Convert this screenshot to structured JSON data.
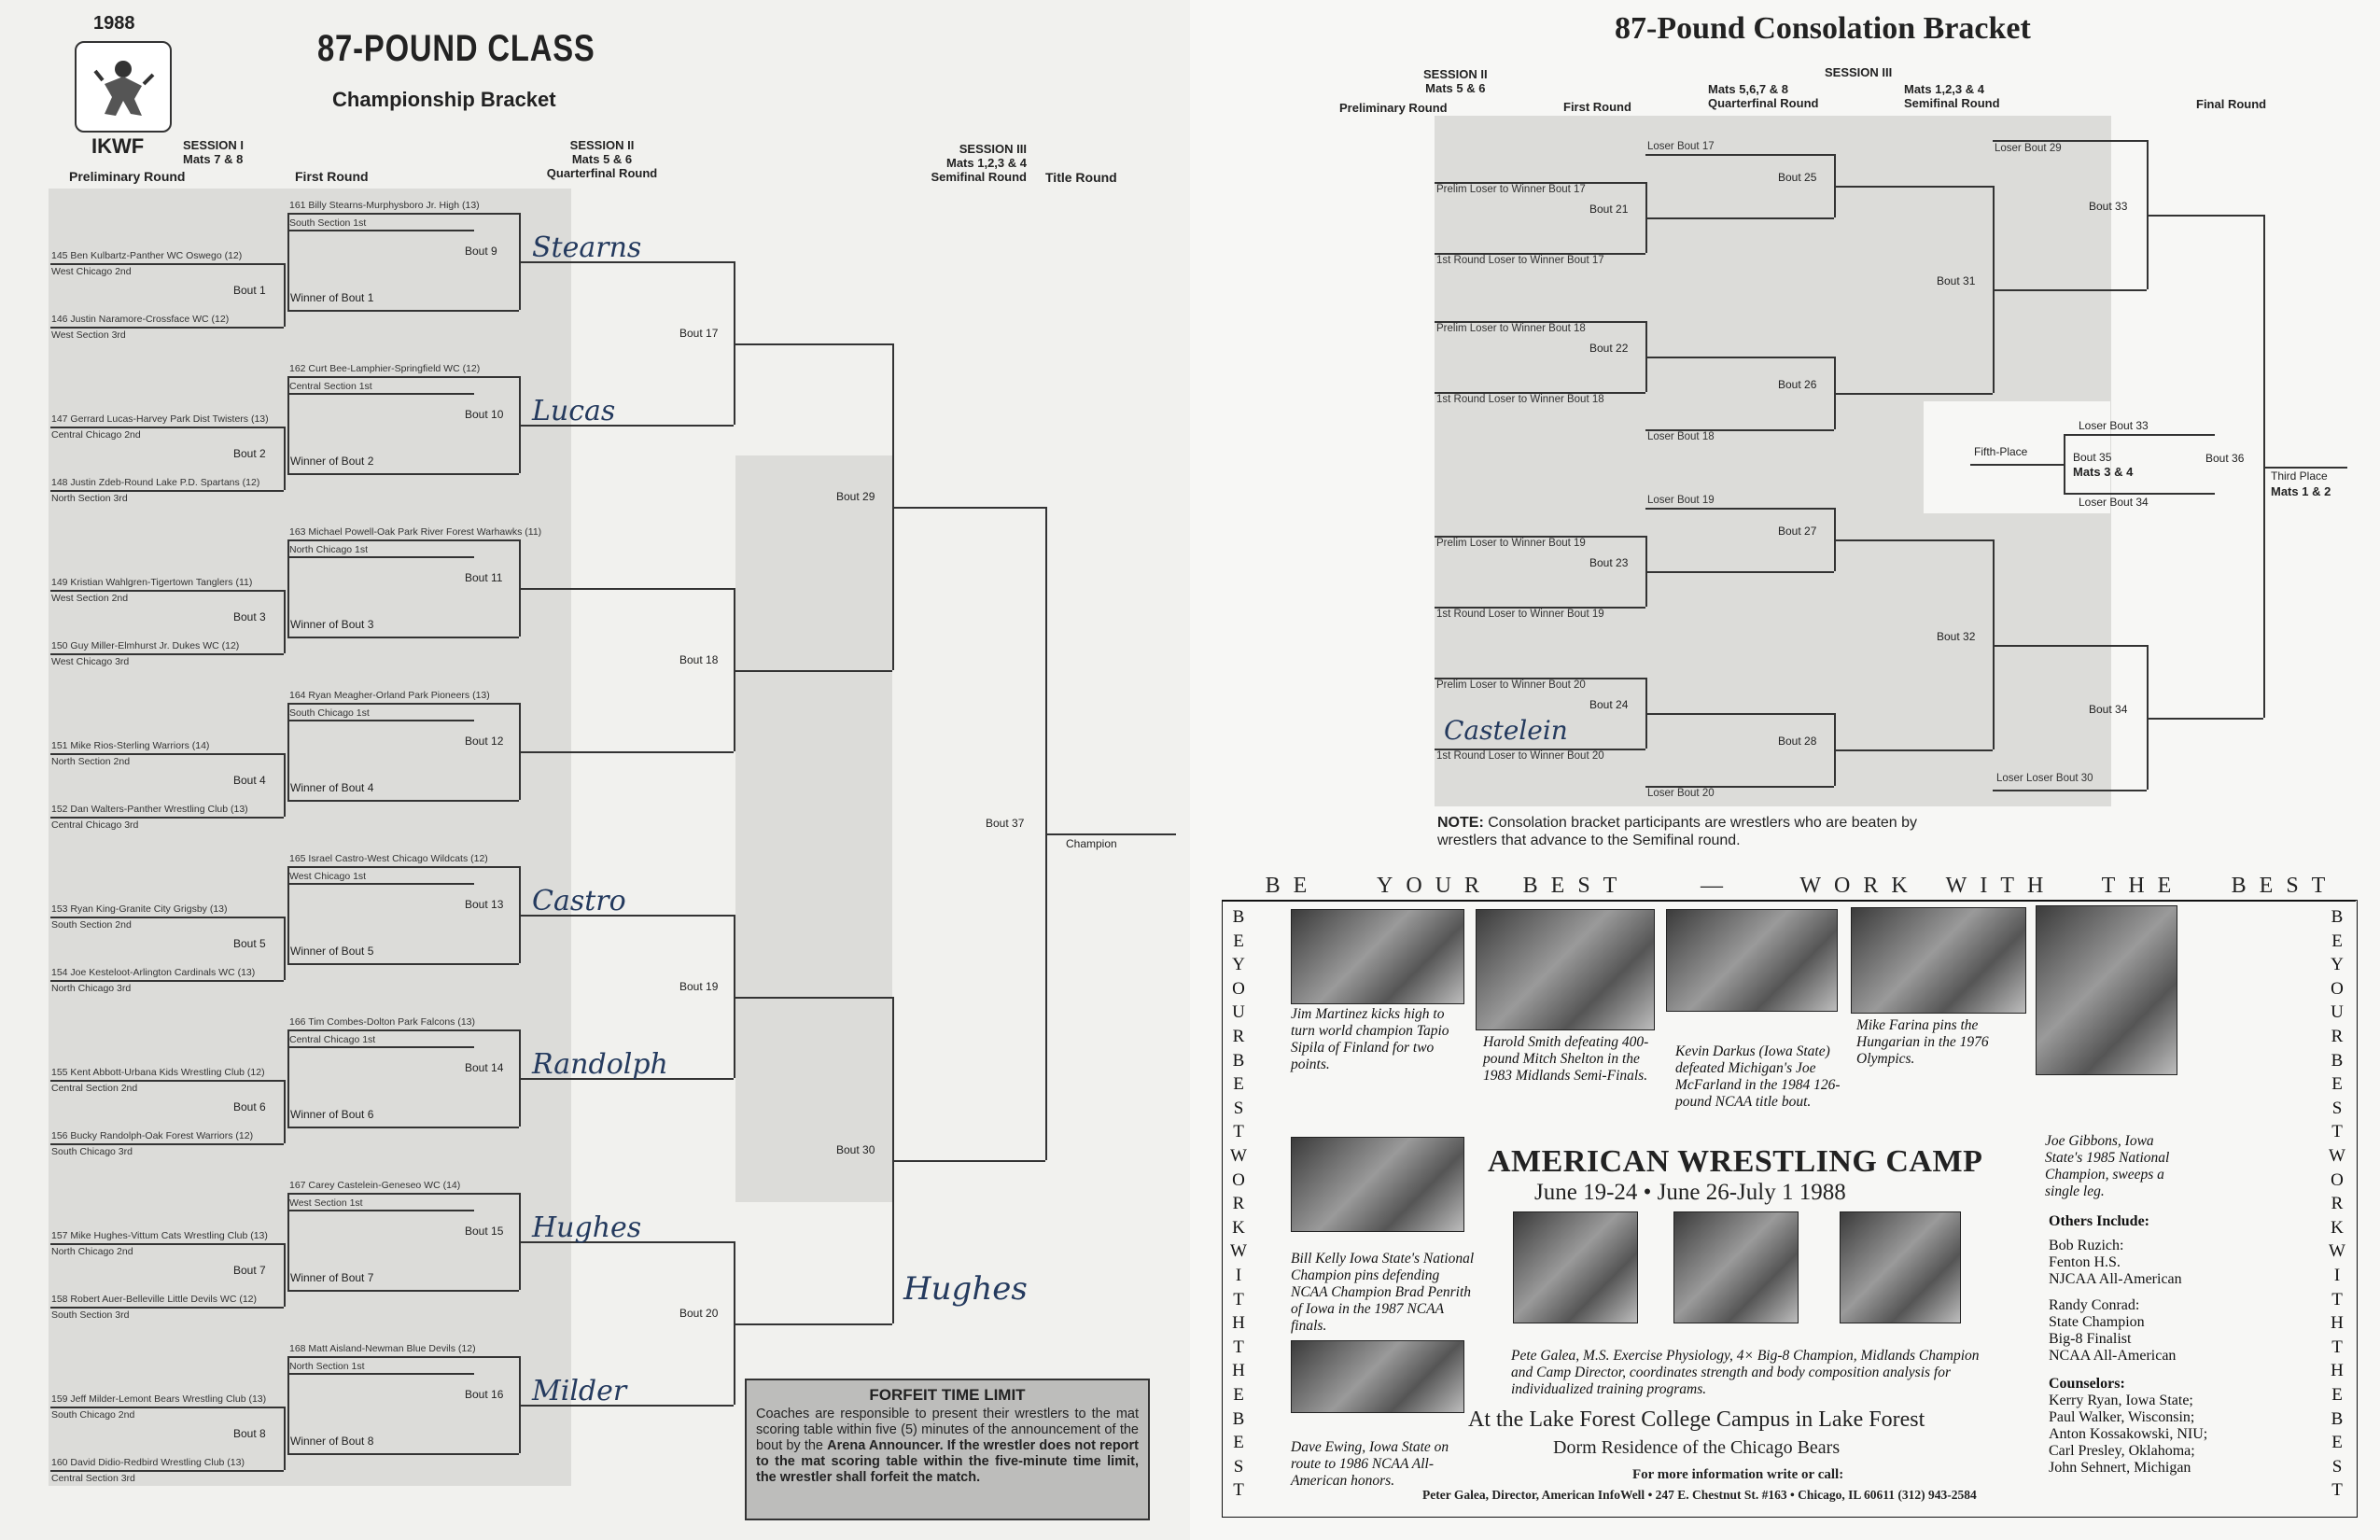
{
  "left": {
    "year": "1988",
    "org": "IKWF",
    "title": "87-POUND CLASS",
    "subtitle": "Championship Bracket",
    "headers": {
      "s1": "SESSION I\nMats 7 & 8",
      "prelim": "Preliminary Round",
      "first": "First Round",
      "s2": "SESSION II\nMats 5 & 6\nQuarterfinal Round",
      "s3": "SESSION III\nMats 1,2,3 & 4\nSemifinal Round",
      "title_round": "Title Round"
    },
    "prelim": [
      {
        "top": "145 Ben Kulbartz-Panther WC Oswego (12)",
        "top_sec": "West Chicago 2nd",
        "bot": "146 Justin Naramore-Crossface WC (12)",
        "bot_sec": "West Section 3rd",
        "bout": "Bout 1",
        "winner": "Winner of Bout 1"
      },
      {
        "top": "147 Gerrard Lucas-Harvey Park Dist Twisters (13)",
        "top_sec": "Central Chicago 2nd",
        "bot": "148 Justin Zdeb-Round Lake P.D. Spartans (12)",
        "bot_sec": "North Section 3rd",
        "bout": "Bout 2",
        "winner": "Winner of Bout 2"
      },
      {
        "top": "149 Kristian Wahlgren-Tigertown Tanglers (11)",
        "top_sec": "West Section 2nd",
        "bot": "150 Guy Miller-Elmhurst Jr. Dukes WC (12)",
        "bot_sec": "West Chicago 3rd",
        "bout": "Bout 3",
        "winner": "Winner of Bout 3"
      },
      {
        "top": "151 Mike Rios-Sterling Warriors (14)",
        "top_sec": "North Section 2nd",
        "bot": "152 Dan Walters-Panther Wrestling Club (13)",
        "bot_sec": "Central Chicago 3rd",
        "bout": "Bout 4",
        "winner": "Winner of Bout 4"
      },
      {
        "top": "153 Ryan King-Granite City Grigsby (13)",
        "top_sec": "South Section 2nd",
        "bot": "154 Joe Kesteloot-Arlington Cardinals WC (13)",
        "bot_sec": "North Chicago 3rd",
        "bout": "Bout 5",
        "winner": "Winner of Bout 5"
      },
      {
        "top": "155 Kent Abbott-Urbana Kids Wrestling Club (12)",
        "top_sec": "Central Section 2nd",
        "bot": "156 Bucky Randolph-Oak Forest Warriors (12)",
        "bot_sec": "South Chicago 3rd",
        "bout": "Bout 6",
        "winner": "Winner of Bout 6"
      },
      {
        "top": "157 Mike Hughes-Vittum Cats Wrestling Club (13)",
        "top_sec": "North Chicago 2nd",
        "bot": "158 Robert Auer-Belleville Little Devils WC (12)",
        "bot_sec": "South Section 3rd",
        "bout": "Bout 7",
        "winner": "Winner of Bout 7"
      },
      {
        "top": "159 Jeff Milder-Lemont Bears Wrestling Club (13)",
        "top_sec": "South Chicago 2nd",
        "bot": "160 David Didio-Redbird Wrestling Club (13)",
        "bot_sec": "Central Section 3rd",
        "bout": "Bout 8",
        "winner": "Winner of Bout 8"
      }
    ],
    "first": [
      {
        "seed": "161 Billy Stearns-Murphysboro Jr. High (13)",
        "sec": "South Section 1st",
        "bout": "Bout 9",
        "hand": "Stearns"
      },
      {
        "seed": "162 Curt Bee-Lamphier-Springfield WC (12)",
        "sec": "Central Section 1st",
        "bout": "Bout 10",
        "hand": "Lucas"
      },
      {
        "seed": "163 Michael Powell-Oak Park River Forest Warhawks (11)",
        "sec": "North Chicago 1st",
        "bout": "Bout 11",
        "hand": ""
      },
      {
        "seed": "164 Ryan Meagher-Orland Park Pioneers (13)",
        "sec": "South Chicago 1st",
        "bout": "Bout 12",
        "hand": ""
      },
      {
        "seed": "165 Israel Castro-West Chicago Wildcats (12)",
        "sec": "West Chicago 1st",
        "bout": "Bout 13",
        "hand": "Castro"
      },
      {
        "seed": "166 Tim Combes-Dolton Park Falcons (13)",
        "sec": "Central Chicago 1st",
        "bout": "Bout 14",
        "hand": "Randolph"
      },
      {
        "seed": "167 Carey Castelein-Geneseo WC (14)",
        "sec": "West Section 1st",
        "bout": "Bout 15",
        "hand": "Hughes"
      },
      {
        "seed": "168 Matt Aisland-Newman Blue Devils (12)",
        "sec": "North Section 1st",
        "bout": "Bout 16",
        "hand": "Milder"
      }
    ],
    "quarter": [
      "Bout 17",
      "Bout 18",
      "Bout 19",
      "Bout 20"
    ],
    "semi": [
      "Bout 29",
      "Bout 30"
    ],
    "final_bout": "Bout 37",
    "champion": "Champion",
    "semi_hand": "Hughes",
    "forfeit": {
      "title": "FORFEIT TIME LIMIT",
      "body1": "Coaches are responsible to present their wrestlers to the mat scoring table within five (5) minutes of the announcement of the bout by the",
      "body2": "Arena Announcer. If the wrestler does not report to the mat scoring table within the five-minute time limit, the wrestler shall forfeit the match."
    }
  },
  "right": {
    "title": "87-Pound Consolation Bracket",
    "headers": {
      "s2": "SESSION II\nMats 5 & 6",
      "prelim": "Preliminary Round",
      "first": "First Round",
      "s3": "SESSION III",
      "qf": "Mats 5,6,7 & 8\nQuarterfinal Round",
      "sf": "Mats 1,2,3 & 4\nSemifinal Round",
      "final": "Final Round"
    },
    "groups": [
      {
        "prelim": "Prelim Loser to Winner Bout 17",
        "bout": "Bout 21",
        "first": "1st Round Loser to Winner Bout 17",
        "loser": "Loser Bout 17",
        "qf": "Bout 25",
        "hand": ""
      },
      {
        "prelim": "Prelim Loser to Winner Bout 18",
        "bout": "Bout 22",
        "first": "1st Round Loser to Winner Bout 18",
        "loser": "Loser Bout 18",
        "qf": "Bout 26",
        "hand": ""
      },
      {
        "prelim": "Prelim Loser to Winner Bout 19",
        "bout": "Bout 23",
        "first": "1st Round Loser to Winner Bout 19",
        "loser": "Loser Bout 19",
        "qf": "Bout 27",
        "hand": ""
      },
      {
        "prelim": "Prelim Loser to Winner Bout 20",
        "bout": "Bout 24",
        "first": "1st Round Loser to Winner Bout 20",
        "loser": "Loser Bout 20",
        "qf": "Bout 28",
        "hand": "Castelein"
      }
    ],
    "semis": [
      "Bout 31",
      "Bout 32"
    ],
    "loser29": "Loser Bout 29",
    "loser30": "Loser Loser Bout 30",
    "sf_bouts": [
      "Bout 33",
      "Bout 34"
    ],
    "fifth": {
      "label": "Fifth-Place",
      "top": "Loser Bout 33",
      "bout": "Bout 35",
      "mats": "Mats 3 & 4",
      "bottom": "Loser Bout 34"
    },
    "bout36": "Bout 36",
    "third": {
      "label": "Third Place",
      "mats": "Mats 1 & 2"
    },
    "note_label": "NOTE:",
    "note_text": "Consolation bracket participants are wrestlers who are beaten by wrestlers that advance to the Semifinal round.",
    "ad": {
      "banner": "BE YOUR BEST — WORK WITH THE BEST",
      "side": "BE YOUR BEST WORK WITH THE BEST",
      "cap1": "Jim Martinez kicks high to turn world champion Tapio Sipila of Finland for two points.",
      "cap2": "Harold Smith defeating 400-pound Mitch Shelton in the 1983 Midlands Semi-Finals.",
      "cap3": "Kevin Darkus (Iowa State) defeated Michigan's Joe McFarland in the 1984 126-pound NCAA title bout.",
      "cap4": "Mike Farina pins the Hungarian in the 1976 Olympics.",
      "cap5": "Joe Gibbons, Iowa State's 1985 National Champion, sweeps a single leg.",
      "cap6": "Bill Kelly Iowa State's National Champion pins defending NCAA Champion Brad Penrith of Iowa in the 1987 NCAA finals.",
      "cap7": "Dave Ewing, Iowa State on route to 1986 NCAA All-American honors.",
      "camp": "AMERICAN WRESTLING CAMP",
      "dates": "June 19-24 • June 26-July 1 1988",
      "galea": "Pete Galea, M.S. Exercise Physiology, 4× Big-8 Champion, Midlands Champion and Camp Director, coordinates strength and body composition analysis for individualized training programs.",
      "others_title": "Others Include:",
      "other1": "Bob Ruzich:\nFenton H.S.\nNJCAA All-American",
      "other2": "Randy Conrad:\nState Champion\nBig-8 Finalist\nNCAA All-American",
      "counselors_title": "Counselors:",
      "counselors": "Kerry Ryan, Iowa State;\nPaul Walker, Wisconsin;\nAnton Kossakowski, NIU;\nCarl Presley, Oklahoma;\nJohn Sehnert, Michigan",
      "campus": "At the Lake Forest College Campus in Lake Forest",
      "dorm": "Dorm Residence of the Chicago Bears",
      "info": "For more information write or call:",
      "contact": "Peter Galea, Director, American InfoWell • 247 E. Chestnut St. #163 • Chicago, IL 60611 (312) 943-2584"
    }
  }
}
